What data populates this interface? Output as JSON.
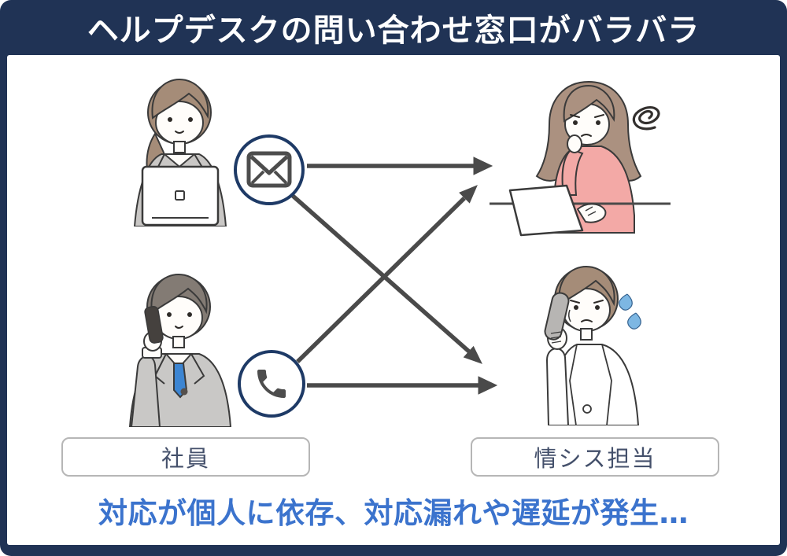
{
  "theme": {
    "frame_navy": "#203355",
    "content_white": "#ffffff",
    "caption_blue": "#3b73cd",
    "arrow_gray": "#4a4a4a",
    "icon_gray": "#4d4d4d",
    "circle_border_navy": "#1e3a66",
    "label_border_gray": "#b6b6b6",
    "label_text_navy": "#44506b"
  },
  "header": {
    "title": "ヘルプデスクの問い合わせ窓口がバラバラ"
  },
  "diagram": {
    "left_group_label": "社員",
    "right_group_label": "情シス担当",
    "channel_icons": [
      "mail-icon",
      "phone-icon"
    ],
    "people": [
      "employee-woman-at-laptop",
      "employee-man-on-phone",
      "it-staff-woman-confused-at-laptop",
      "it-staff-person-stressed-on-phone"
    ],
    "connections": [
      {
        "from": "mail-icon",
        "to": "it-staff-woman-confused-at-laptop"
      },
      {
        "from": "mail-icon",
        "to": "it-staff-person-stressed-on-phone"
      },
      {
        "from": "phone-icon",
        "to": "it-staff-woman-confused-at-laptop"
      },
      {
        "from": "phone-icon",
        "to": "it-staff-person-stressed-on-phone"
      }
    ]
  },
  "footer": {
    "caption": "対応が個人に依存、対応漏れや遅延が発生…"
  }
}
